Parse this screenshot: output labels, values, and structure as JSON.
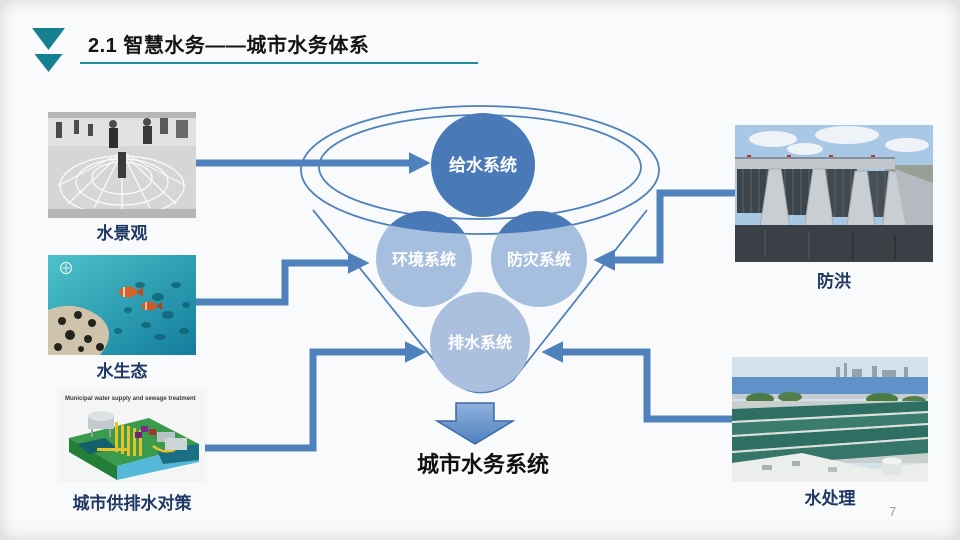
{
  "slide": {
    "title": "2.1 智慧水务——城市水务体系",
    "page_number": "7"
  },
  "funnel": {
    "circles": {
      "top": "给水系统",
      "mid_left": "环境系统",
      "mid_right": "防灾系统",
      "bottom": "排水系统"
    },
    "result_label": "城市水务系统"
  },
  "items": {
    "left": [
      {
        "label": "水景观"
      },
      {
        "label": "水生态"
      },
      {
        "label": "城市供排水对策"
      }
    ],
    "right": [
      {
        "label": "防洪"
      },
      {
        "label": "水处理"
      }
    ]
  },
  "photos": {
    "municipal_caption": "Municipal water supply and sewage treatment"
  },
  "colors": {
    "accent_teal": "#1f8fa2",
    "arrow_blue": "#4f81bd",
    "circle_dark": "#4a79b7",
    "circle_light": "#a7bfde",
    "label_navy": "#1f3864",
    "title_black": "#141414",
    "page_number_gray": "#9a9a9a"
  }
}
